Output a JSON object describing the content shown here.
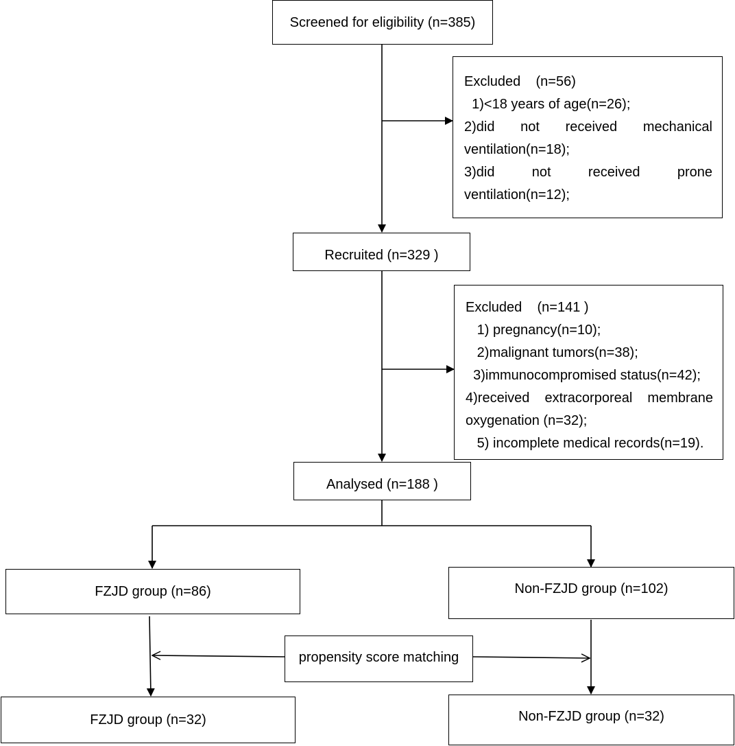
{
  "screened": {
    "label": "Screened for eligibility (n=385)"
  },
  "excluded1": {
    "title": "Excluded    (n=56)",
    "items": [
      "  1)<18 years of age(n=26);",
      "  2)did not received mechanical",
      "ventilation(n=18);",
      "  3)did not received prone",
      "ventilation(n=12);"
    ]
  },
  "recruited": {
    "label": "Recruited (n=329 )"
  },
  "excluded2": {
    "title": "Excluded    (n=141 )",
    "items": [
      "   1) pregnancy(n=10);",
      "   2)malignant tumors(n=38);",
      "  3)immunocompromised status(n=42);",
      "   4)received extracorporeal membrane",
      "oxygenation (n=32);",
      "   5) incomplete medical records(n=19)."
    ]
  },
  "analysed": {
    "label": "Analysed (n=188 )"
  },
  "fzjd_group": {
    "label": "FZJD group (n=86)"
  },
  "non_fzjd_group": {
    "label": "Non-FZJD group (n=102)"
  },
  "psm": {
    "label": "propensity score matching"
  },
  "fzjd_matched": {
    "label": "FZJD group (n=32)"
  },
  "non_fzjd_matched": {
    "label": "Non-FZJD group (n=32)"
  }
}
